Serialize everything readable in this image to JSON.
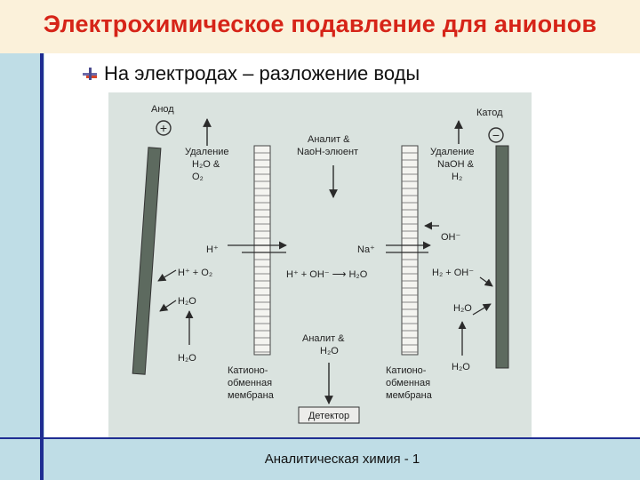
{
  "slide": {
    "title": "Электрохимическое подавление для анионов",
    "bullet": "На электродах – разложение воды",
    "footer": "Аналитическая химия - 1",
    "colors": {
      "title": "#d62418",
      "accent_rule": "#1f2d92",
      "title_bg": "#fbf1da",
      "side_bg": "#bfdde6"
    }
  },
  "diagram": {
    "anode": {
      "label": "Анод",
      "sign": "+"
    },
    "cathode": {
      "label": "Катод",
      "sign": "−"
    },
    "left_top": {
      "line1": "Удаление",
      "line2": "H₂O &",
      "line3": "O₂"
    },
    "right_top": {
      "line1": "Удаление",
      "line2": "NaOH &",
      "line3": "H₂"
    },
    "center_top": {
      "line1": "Аналит &",
      "line2": "NaoH-элюент"
    },
    "left_mid": {
      "h_plus": "H⁺",
      "h_o2": "H⁺ + O₂",
      "h2o": "H₂O",
      "h2o_bottom": "H₂O"
    },
    "center_mid": {
      "na": "Na⁺",
      "reaction": "H⁺ + OH⁻ ⟶ H₂O"
    },
    "right_mid": {
      "oh": "OH⁻",
      "h2_oh": "H₂ + OH⁻",
      "h2o": "H₂O",
      "h2o_bottom": "H₂O"
    },
    "center_bottom": {
      "line1": "Аналит &",
      "line2": "H₂O"
    },
    "membrane_left": {
      "line1": "Катионо-",
      "line2": "обменная",
      "line3": "мембрана"
    },
    "membrane_right": {
      "line1": "Катионо-",
      "line2": "обменная",
      "line3": "мембрана"
    },
    "detector": "Детектор"
  }
}
